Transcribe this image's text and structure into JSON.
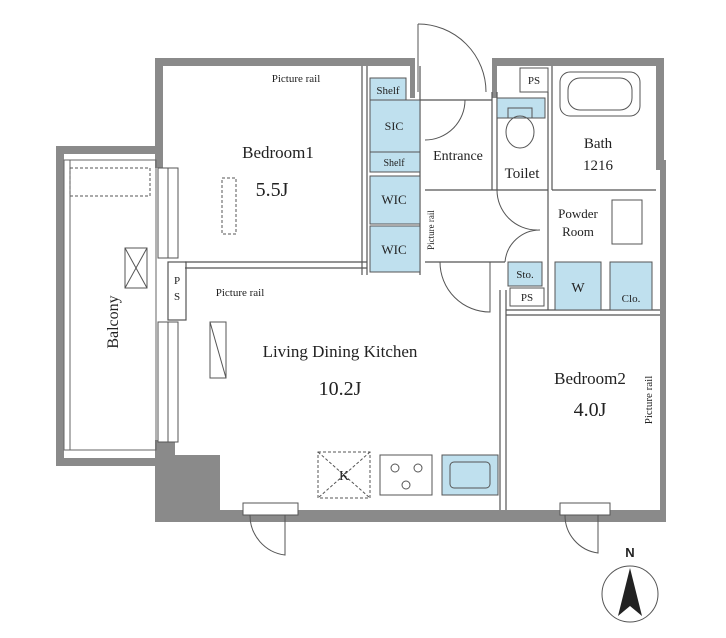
{
  "rooms": {
    "bedroom1": {
      "name": "Bedroom1",
      "size": "5.5J"
    },
    "ldk": {
      "name": "Living Dining Kitchen",
      "size": "10.2J"
    },
    "bedroom2": {
      "name": "Bedroom2",
      "size": "4.0J"
    },
    "balcony": "Balcony",
    "entrance": "Entrance",
    "toilet": "Toilet",
    "bath": {
      "name": "Bath",
      "size": "1216"
    },
    "powder_room": {
      "line1": "Powder",
      "line2": "Room"
    }
  },
  "labels": {
    "picture_rail": "Picture rail",
    "shelf": "Shelf",
    "sic": "SIC",
    "wic": "WIC",
    "ps": "PS",
    "ps_vertical": "P\nS",
    "sto": "Sto.",
    "w": "W",
    "clo": "Clo.",
    "k": "K",
    "north": "N"
  },
  "colors": {
    "wall": "#8a8a8a",
    "storage": "#bfe0ee",
    "line": "#555555"
  }
}
